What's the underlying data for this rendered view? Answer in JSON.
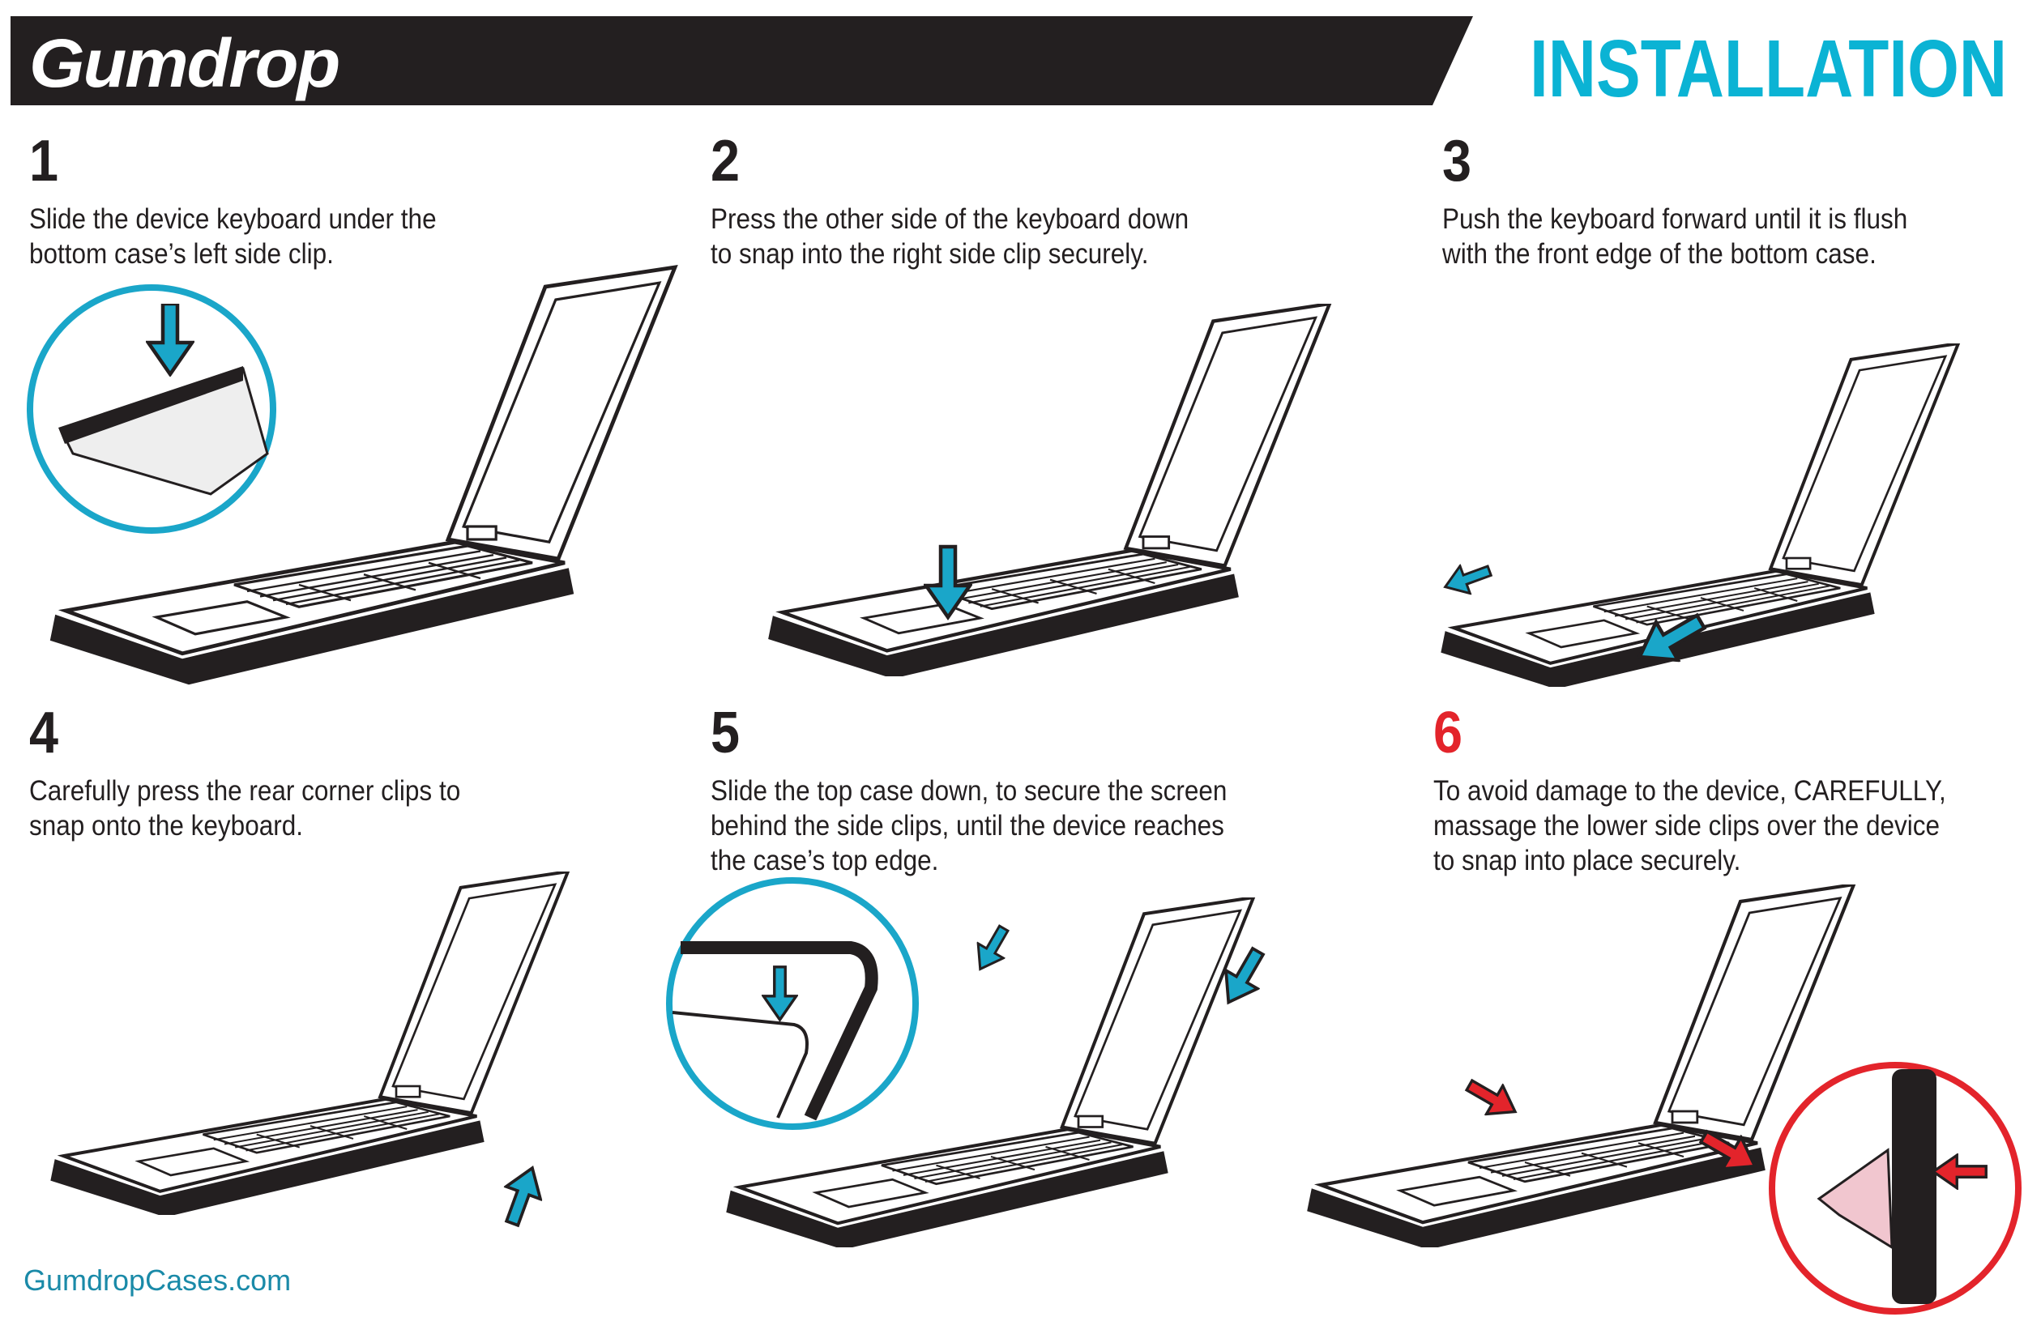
{
  "header": {
    "brand": "Gumdrop",
    "title": "INSTALLATION"
  },
  "steps": [
    {
      "number": "1",
      "lines": [
        "Slide the device keyboard under the",
        "bottom case’s left side clip."
      ]
    },
    {
      "number": "2",
      "lines": [
        "Press the other side of the keyboard down",
        "to snap into the right side clip securely."
      ]
    },
    {
      "number": "3",
      "lines": [
        "Push the keyboard forward until it is flush",
        "with the front edge of the bottom case."
      ]
    },
    {
      "number": "4",
      "lines": [
        "Carefully press the rear corner clips to",
        "snap onto the keyboard."
      ]
    },
    {
      "number": "5",
      "lines": [
        "Slide the top case down, to secure the screen",
        "behind the side clips, until the device reaches",
        "the case’s top edge."
      ]
    },
    {
      "number": "6",
      "lines": [
        "To avoid damage to the device, CAREFULLY,",
        "massage the lower side clips over the device",
        "to snap into place securely."
      ]
    }
  ],
  "footer": {
    "website": "GumdropCases.com"
  },
  "colors": {
    "accent": "#0bb3d4",
    "warning": "#e3242b",
    "bar": "#231f20"
  }
}
